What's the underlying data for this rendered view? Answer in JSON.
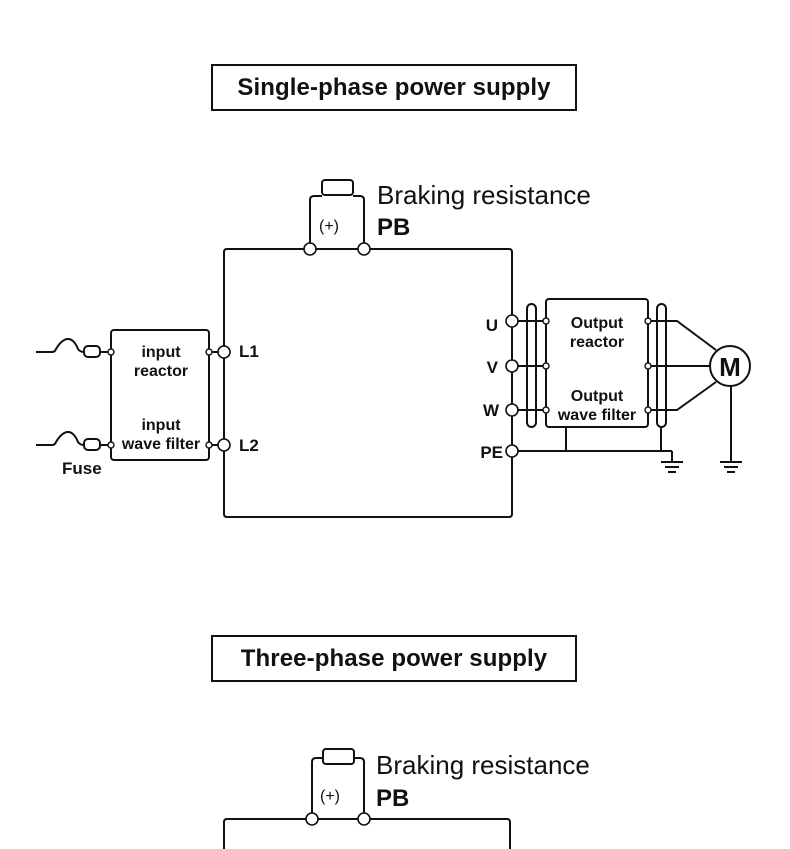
{
  "sections": [
    {
      "title": "Single-phase power supply",
      "braking": {
        "label": "Braking resistance",
        "terminal_label": "PB",
        "plus_label": "(+)"
      },
      "inputs": {
        "fuse_label": "Fuse",
        "reactor_label_line1": "input",
        "reactor_label_line2": "reactor",
        "filter_label_line1": "input",
        "filter_label_line2": "wave filter",
        "terminals": [
          "L1",
          "L2"
        ]
      },
      "outputs": {
        "terminals": [
          "U",
          "V",
          "W",
          "PE"
        ],
        "reactor_label_line1": "Output",
        "reactor_label_line2": "reactor",
        "filter_label_line1": "Output",
        "filter_label_line2": "wave filter",
        "motor_label": "M"
      }
    },
    {
      "title": "Three-phase power supply",
      "braking": {
        "label": "Braking resistance",
        "terminal_label": "PB",
        "plus_label": "(+)"
      }
    }
  ],
  "icons": {
    "fuse": "fuse-icon",
    "ground": "ground-icon",
    "motor": "motor-icon",
    "resistor": "resistor-icon",
    "terminal": "terminal-icon"
  }
}
